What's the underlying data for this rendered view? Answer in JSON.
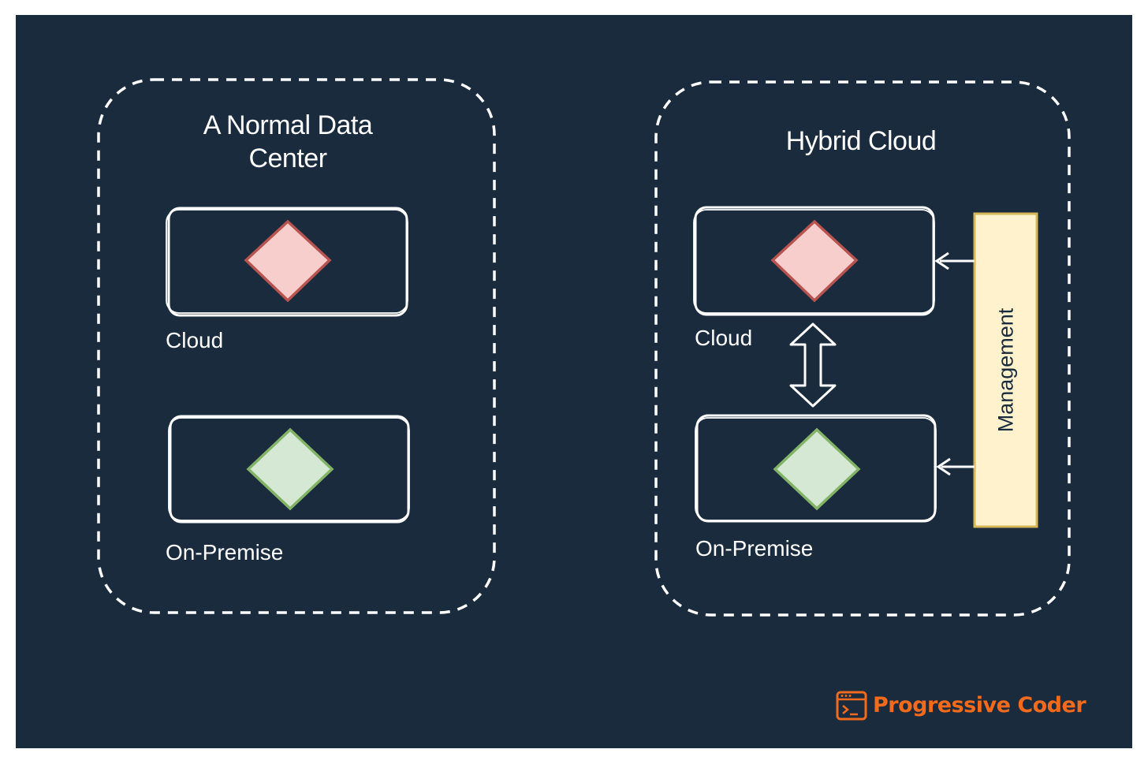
{
  "left_panel": {
    "title_line1": "A Normal Data",
    "title_line2": "Center",
    "cloud_label": "Cloud",
    "onprem_label": "On-Premise"
  },
  "right_panel": {
    "title": "Hybrid Cloud",
    "cloud_label": "Cloud",
    "onprem_label": "On-Premise",
    "management_label": "Management"
  },
  "brand": {
    "name": "Progressive Coder",
    "icon": "terminal-window-icon"
  },
  "colors": {
    "background": "#1a2b3d",
    "cloud_fill": "#f8cecc",
    "cloud_stroke": "#b85450",
    "onprem_fill": "#d5e8d4",
    "onprem_stroke": "#82b366",
    "management_fill": "#fff2cc",
    "management_stroke": "#d6b656",
    "brand": "#f26a1b"
  }
}
